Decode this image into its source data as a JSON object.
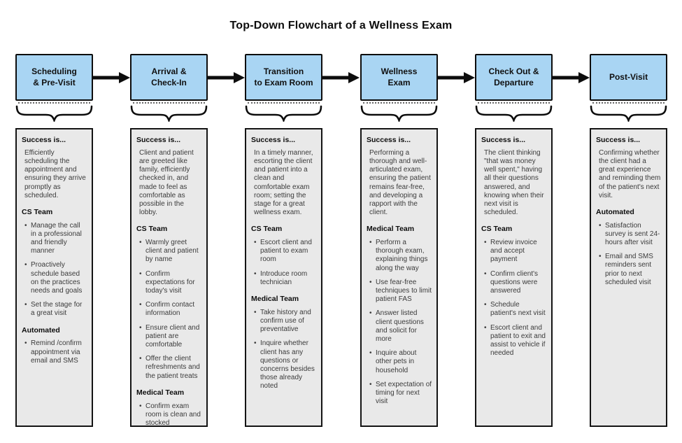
{
  "title": "Top-Down Flowchart of a Wellness Exam",
  "success_heading": "Success is...",
  "colors": {
    "stage_fill": "#A9D5F3",
    "stage_border": "#0d0d0d",
    "panel_fill": "#E9E9E9",
    "panel_border": "#141414",
    "connector": "#0d0d0d",
    "title_text": "#0d0d0d",
    "body_text": "#3b3b3b"
  },
  "stages": [
    {
      "label": "Scheduling\n& Pre-Visit",
      "success": "Efficiently scheduling the appointment and ensuring they arrive promptly as scheduled.",
      "sections": [
        {
          "heading": "CS Team",
          "bullets": [
            "Manage the call in a professional and friendly manner",
            "Proactively schedule based on the practices needs and goals",
            "Set the stage for a great visit"
          ]
        },
        {
          "heading": "Automated",
          "bullets": [
            "Remind /confirm appointment via email and SMS"
          ]
        }
      ]
    },
    {
      "label": "Arrival &\nCheck-In",
      "success": "Client and patient are greeted like family, efficiently checked in, and made to feel as comfortable as possible in the lobby.",
      "sections": [
        {
          "heading": "CS Team",
          "bullets": [
            "Warmly greet client and patient by name",
            "Confirm expectations for today's visit",
            "Confirm contact information",
            "Ensure client and patient are comfortable",
            "Offer the client refreshments and the patient treats"
          ]
        },
        {
          "heading": "Medical Team",
          "bullets": [
            "Confirm exam room is clean and stocked"
          ]
        }
      ]
    },
    {
      "label": "Transition\nto Exam Room",
      "success": "In a timely manner, escorting the client and patient into a clean and comfortable exam room; setting the stage for a great wellness exam.",
      "sections": [
        {
          "heading": "CS Team",
          "bullets": [
            "Escort client and patient to exam room",
            "Introduce room technician"
          ]
        },
        {
          "heading": "Medical Team",
          "bullets": [
            "Take history and confirm use of preventative",
            "Inquire whether client has any questions or concerns besides those already noted"
          ]
        }
      ]
    },
    {
      "label": "Wellness\nExam",
      "success": "Performing a thorough and well-articulated exam, ensuring the patient remains fear-free, and developing a rapport with the client.",
      "sections": [
        {
          "heading": "Medical Team",
          "bullets": [
            "Perform a thorough exam, explaining things along the way",
            "Use fear-free techniques to limit patient FAS",
            "Answer listed client questions and solicit for more",
            "Inquire about other pets in household",
            "Set expectation of timing for next visit"
          ]
        }
      ]
    },
    {
      "label": "Check Out &\nDeparture",
      "success": "The client thinking \"that was money well spent,\" having all their questions answered, and knowing when their next visit is scheduled.",
      "sections": [
        {
          "heading": "CS Team",
          "bullets": [
            "Review invoice and accept payment",
            "Confirm client's questions were answered",
            "Schedule patient's next visit",
            "Escort client and patient to exit and assist to vehicle if needed"
          ]
        }
      ]
    },
    {
      "label": "Post-Visit",
      "success": "Confirming whether the client had a great experience and reminding them of the patient's next visit.",
      "sections": [
        {
          "heading": "Automated",
          "bullets": [
            "Satisfaction survey is sent 24-hours after visit",
            "Email and SMS reminders sent prior to next scheduled visit"
          ]
        }
      ]
    }
  ]
}
